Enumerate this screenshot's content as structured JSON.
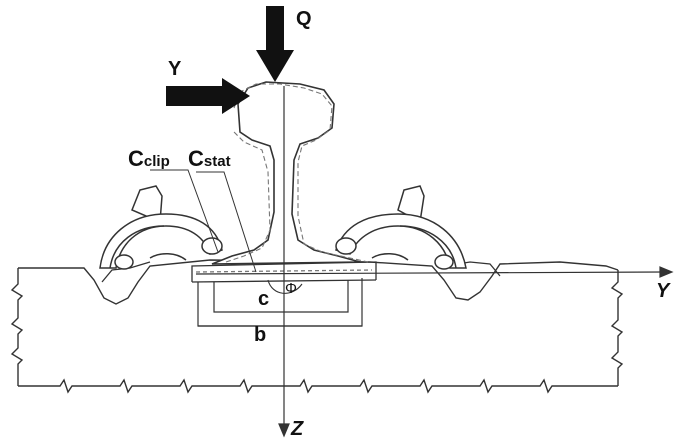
{
  "labels": {
    "q": "Q",
    "y_force": "Y",
    "c_clip_main": "C",
    "c_clip_sub": "clip",
    "c_stat_main": "C",
    "c_stat_sub": "stat",
    "c": "c",
    "phi": "Φ",
    "b": "b",
    "y_axis": "Y",
    "z_axis": "Z"
  },
  "colors": {
    "line": "#333333",
    "arrow": "#111111",
    "dashed": "#777777",
    "fill": "#ffffff"
  }
}
